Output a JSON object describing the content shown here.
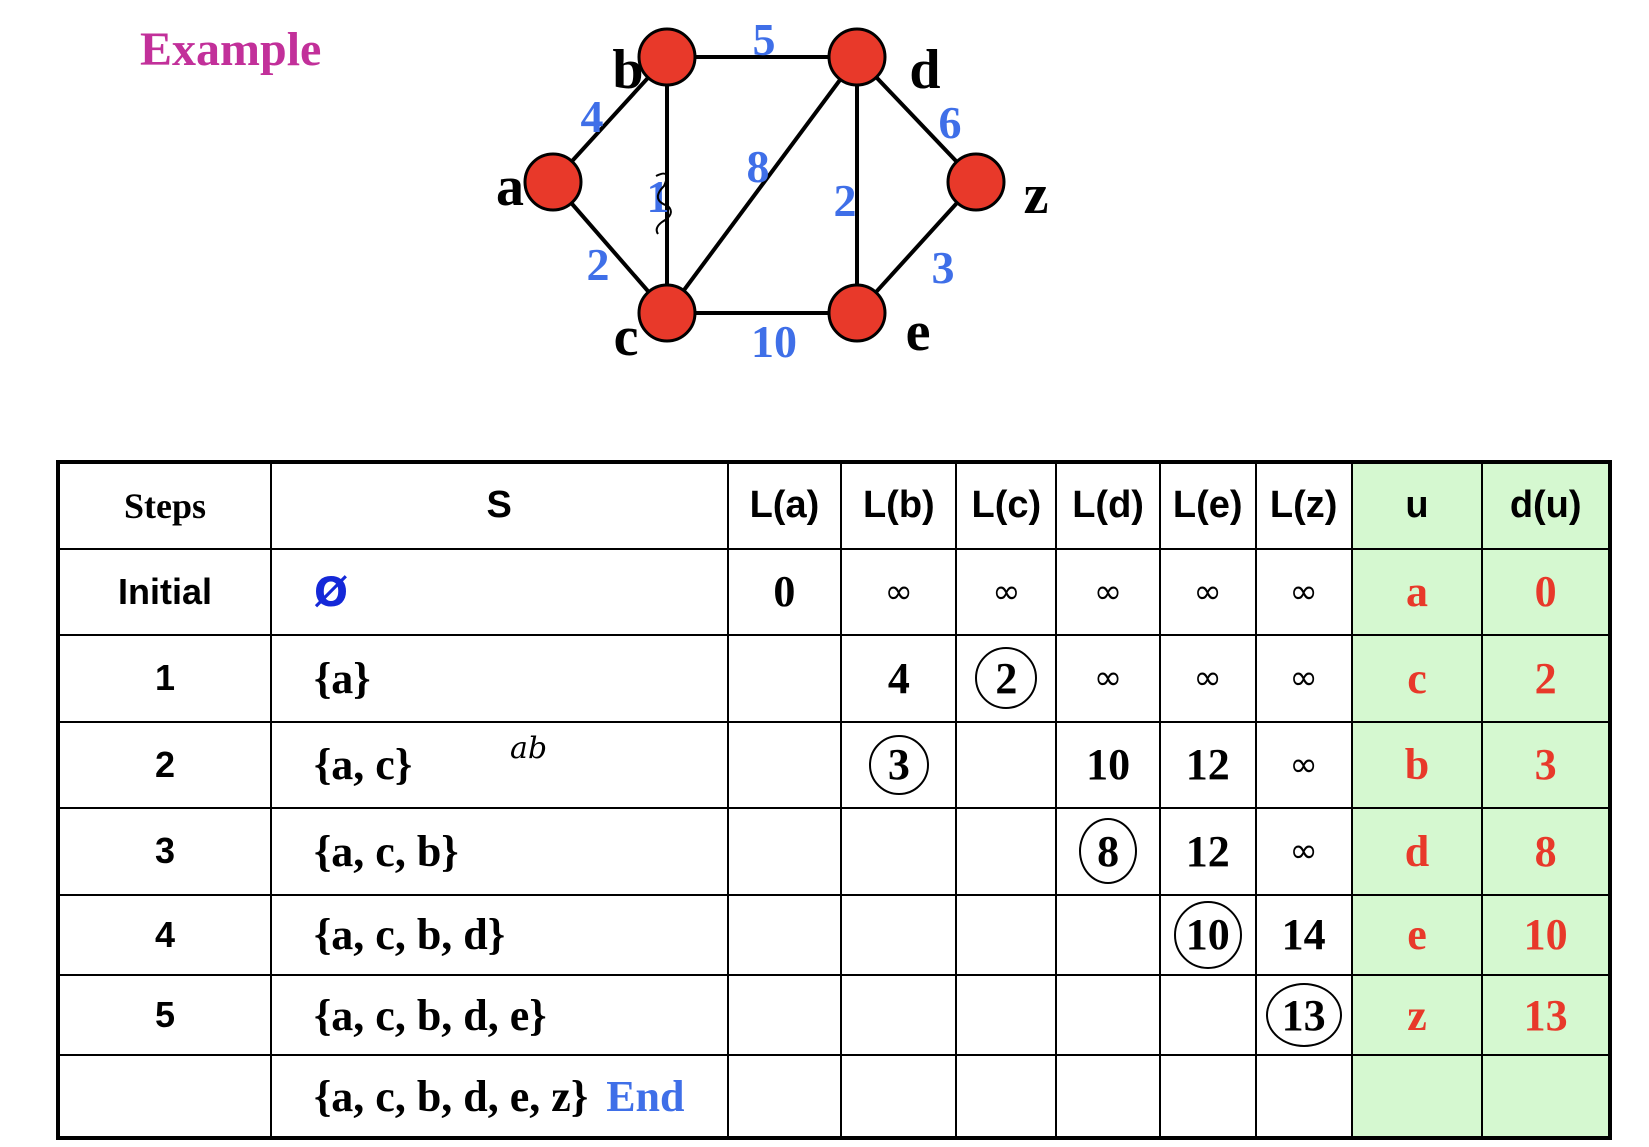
{
  "title": "Example",
  "title_color": "#c2309a",
  "node_color": "#e8392a",
  "label_blue": "#3f6fe8",
  "graph": {
    "nodes": [
      {
        "id": "a",
        "label": "a"
      },
      {
        "id": "b",
        "label": "b"
      },
      {
        "id": "c",
        "label": "c"
      },
      {
        "id": "d",
        "label": "d"
      },
      {
        "id": "e",
        "label": "e"
      },
      {
        "id": "z",
        "label": "z"
      }
    ],
    "edges": [
      {
        "from": "a",
        "to": "b",
        "weight": "4"
      },
      {
        "from": "a",
        "to": "c",
        "weight": "2"
      },
      {
        "from": "b",
        "to": "c",
        "weight": "1"
      },
      {
        "from": "b",
        "to": "d",
        "weight": "5"
      },
      {
        "from": "c",
        "to": "d",
        "weight": "8"
      },
      {
        "from": "c",
        "to": "e",
        "weight": "10"
      },
      {
        "from": "d",
        "to": "e",
        "weight": "2"
      },
      {
        "from": "d",
        "to": "z",
        "weight": "6"
      },
      {
        "from": "e",
        "to": "z",
        "weight": "3"
      }
    ]
  },
  "table": {
    "headers": [
      "Steps",
      "S",
      "L(a)",
      "L(b)",
      "L(c)",
      "L(d)",
      "L(e)",
      "L(z)",
      "u",
      "d(u)"
    ],
    "rows": [
      {
        "step": "Initial",
        "set": "Ø",
        "la": "0",
        "lb": "∞",
        "lc": "∞",
        "ld": "∞",
        "le": "∞",
        "lz": "∞",
        "u": "a",
        "du": "0"
      },
      {
        "step": "1",
        "set": "{a}",
        "la": "",
        "lb": "4",
        "lc": "2",
        "ld": "∞",
        "le": "∞",
        "lz": "∞",
        "u": "c",
        "du": "2"
      },
      {
        "step": "2",
        "set": "{a, c}",
        "la": "",
        "lb": "3",
        "lc": "",
        "ld": "10",
        "le": "12",
        "lz": "∞",
        "u": "b",
        "du": "3"
      },
      {
        "step": "3",
        "set": "{a, c, b}",
        "la": "",
        "lb": "",
        "lc": "",
        "ld": "8",
        "le": "12",
        "lz": "∞",
        "u": "d",
        "du": "8"
      },
      {
        "step": "4",
        "set": "{a, c, b, d}",
        "la": "",
        "lb": "",
        "lc": "",
        "ld": "",
        "le": "10",
        "lz": "14",
        "u": "e",
        "du": "10"
      },
      {
        "step": "5",
        "set": "{a, c, b, d, e}",
        "la": "",
        "lb": "",
        "lc": "",
        "ld": "",
        "le": "",
        "lz": "13",
        "u": "z",
        "du": "13"
      },
      {
        "step": "",
        "set": "{a, c, b, d, e, z}",
        "end": "End",
        "la": "",
        "lb": "",
        "lc": "",
        "ld": "",
        "le": "",
        "lz": "",
        "u": "",
        "du": ""
      }
    ],
    "handwritten_note": "ab",
    "green_bg": "#d5f8d0",
    "result_color": "#e8392a",
    "empty_set_color": "#1428d8"
  }
}
